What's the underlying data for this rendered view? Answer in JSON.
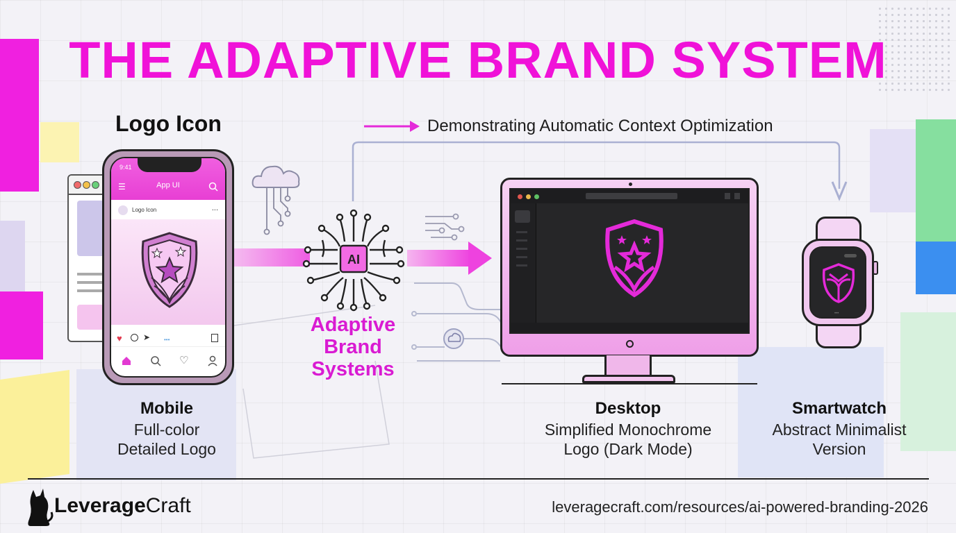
{
  "title": "THE ADAPTIVE BRAND SYSTEM",
  "subtitle": "Demonstrating Automatic Context Optimization",
  "logo_icon_title": "Logo Icon",
  "phone": {
    "time": "9:41",
    "app_title": "App UI",
    "post_label": "Logo Icon",
    "post_menu": "..."
  },
  "ai_chip_label": "AI",
  "adaptive_label": [
    "Adaptive",
    "Brand",
    "Systems"
  ],
  "mobile": {
    "heading": "Mobile",
    "line1": "Full-color",
    "line2": "Detailed Logo"
  },
  "desktop": {
    "heading": "Desktop",
    "line1": "Simplified Monochrome",
    "line2": "Logo (Dark Mode)"
  },
  "smartwatch": {
    "heading": "Smartwatch",
    "line1": "Abstract Minimalist",
    "line2": "Version"
  },
  "footer": {
    "brand_bold": "Leverage",
    "brand_light": "Craft",
    "url": "leveragecraft.com/resources/ai-powered-branding-2026"
  },
  "colors": {
    "accent": "#f012d8",
    "magenta": "#d91bd2",
    "dark_screen": "#262628",
    "phone_body": "#b99ab7"
  },
  "icons": [
    "cloud-icon",
    "ai-brain-icon",
    "shield-star-icon",
    "heart-icon",
    "home-icon",
    "search-icon",
    "profile-icon",
    "bookmark-icon",
    "menu-icon",
    "cat-logo-icon"
  ]
}
